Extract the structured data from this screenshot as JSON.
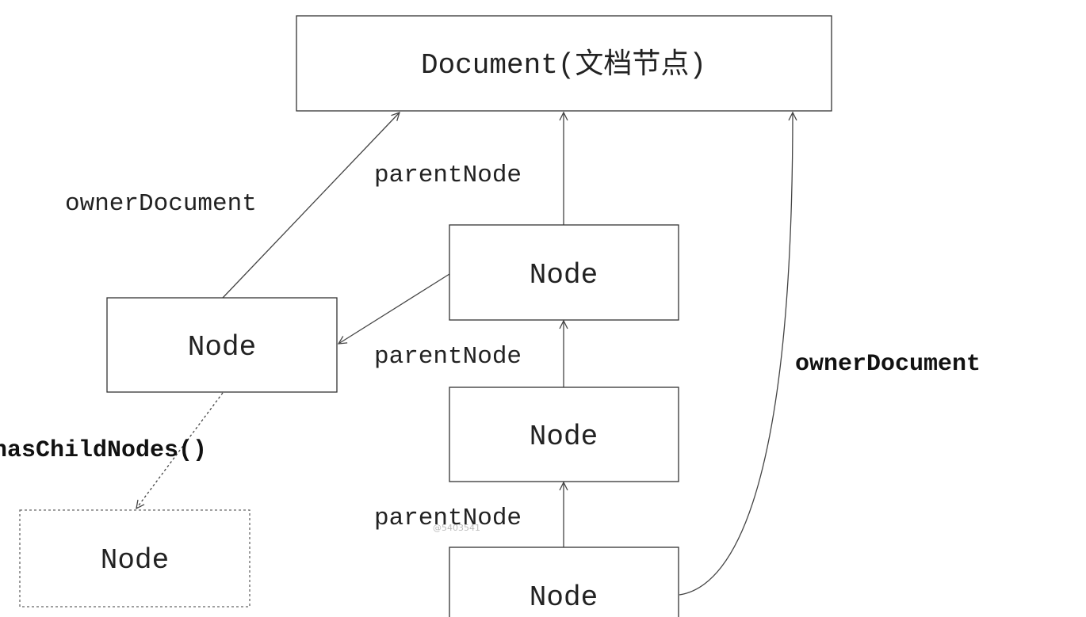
{
  "nodes": {
    "document": {
      "label": "Document(文档节点)"
    },
    "left_node": {
      "label": "Node"
    },
    "child_node": {
      "label": "Node"
    },
    "node_1": {
      "label": "Node"
    },
    "node_2": {
      "label": "Node"
    },
    "node_3": {
      "label": "Node"
    }
  },
  "edges": {
    "left_owner_document": {
      "label": "ownerDocument"
    },
    "parent_node_1": {
      "label": "parentNode"
    },
    "parent_node_2": {
      "label": "parentNode"
    },
    "parent_node_3": {
      "label": "parentNode"
    },
    "has_child_nodes": {
      "label": "hasChildNodes()"
    },
    "right_owner_document": {
      "label": "ownerDocument"
    }
  },
  "watermark": "@5403541",
  "colors": {
    "stroke": "#333333",
    "text": "#222222",
    "background": "#ffffff"
  }
}
